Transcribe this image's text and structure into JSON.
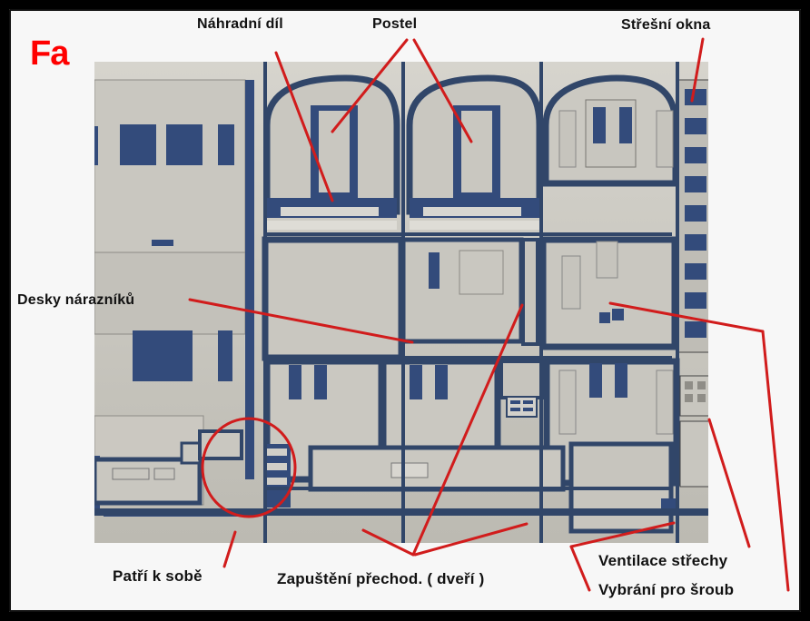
{
  "labels": {
    "badge": "Fa",
    "replacement_part": "Náhradní díl",
    "bed": "Postel",
    "roof_windows": "Střešní okna",
    "bumper_plates": "Desky nárazníků",
    "belong_together": "Patří k sobě",
    "recessed_transition": "Zapuštění přechod. ( dveří )",
    "roof_ventilation": "Ventilace střechy",
    "screw_recess": "Vybrání pro šroub"
  },
  "colors": {
    "frame": "#000000",
    "panel": "#f7f7f7",
    "metal": "#c8c6bf",
    "metal_dark": "#a9a7a0",
    "cutout": "#334b7b",
    "annotation": "#d11c1c",
    "badge": "#ff0000",
    "text": "#111111"
  },
  "icons": {
    "photo": "etched-brass-sheet-photo"
  }
}
